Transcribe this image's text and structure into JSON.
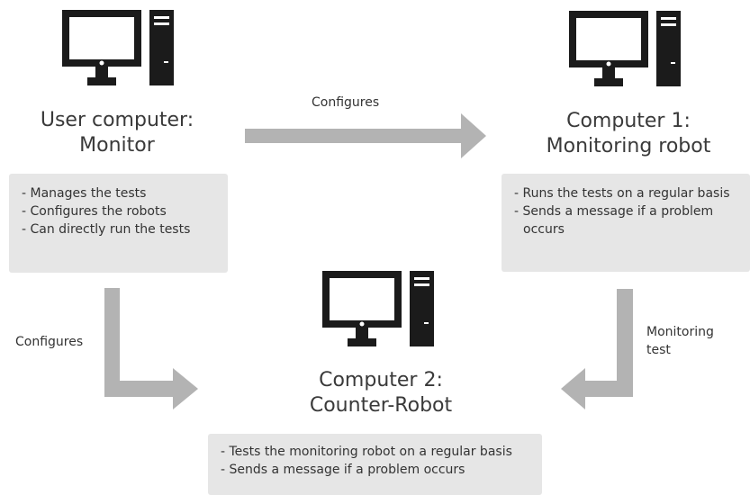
{
  "colors": {
    "icon": "#1b1b1b",
    "arrow": "#b3b3b3",
    "box": "#e6e6e6"
  },
  "nodes": {
    "user": {
      "icon": "desktop-computer-icon",
      "title_line1": "User computer:",
      "title_line2": "Monitor",
      "items": [
        "- Manages the tests",
        "- Configures the robots",
        "- Can directly run the tests"
      ]
    },
    "computer1": {
      "icon": "desktop-computer-icon",
      "title_line1": "Computer 1:",
      "title_line2": "Monitoring robot",
      "items": [
        "- Runs the tests on a regular basis",
        "- Sends a message if a problem",
        "occurs"
      ]
    },
    "computer2": {
      "icon": "desktop-computer-icon",
      "title_line1": "Computer 2:",
      "title_line2": "Counter-Robot",
      "items": [
        "- Tests the monitoring robot on a regular basis",
        "- Sends a message if a problem occurs"
      ]
    }
  },
  "edges": {
    "user_to_computer1": "Configures",
    "user_to_computer2": "Configures",
    "computer1_to_computer2_line1": "Monitoring",
    "computer1_to_computer2_line2": "test"
  }
}
